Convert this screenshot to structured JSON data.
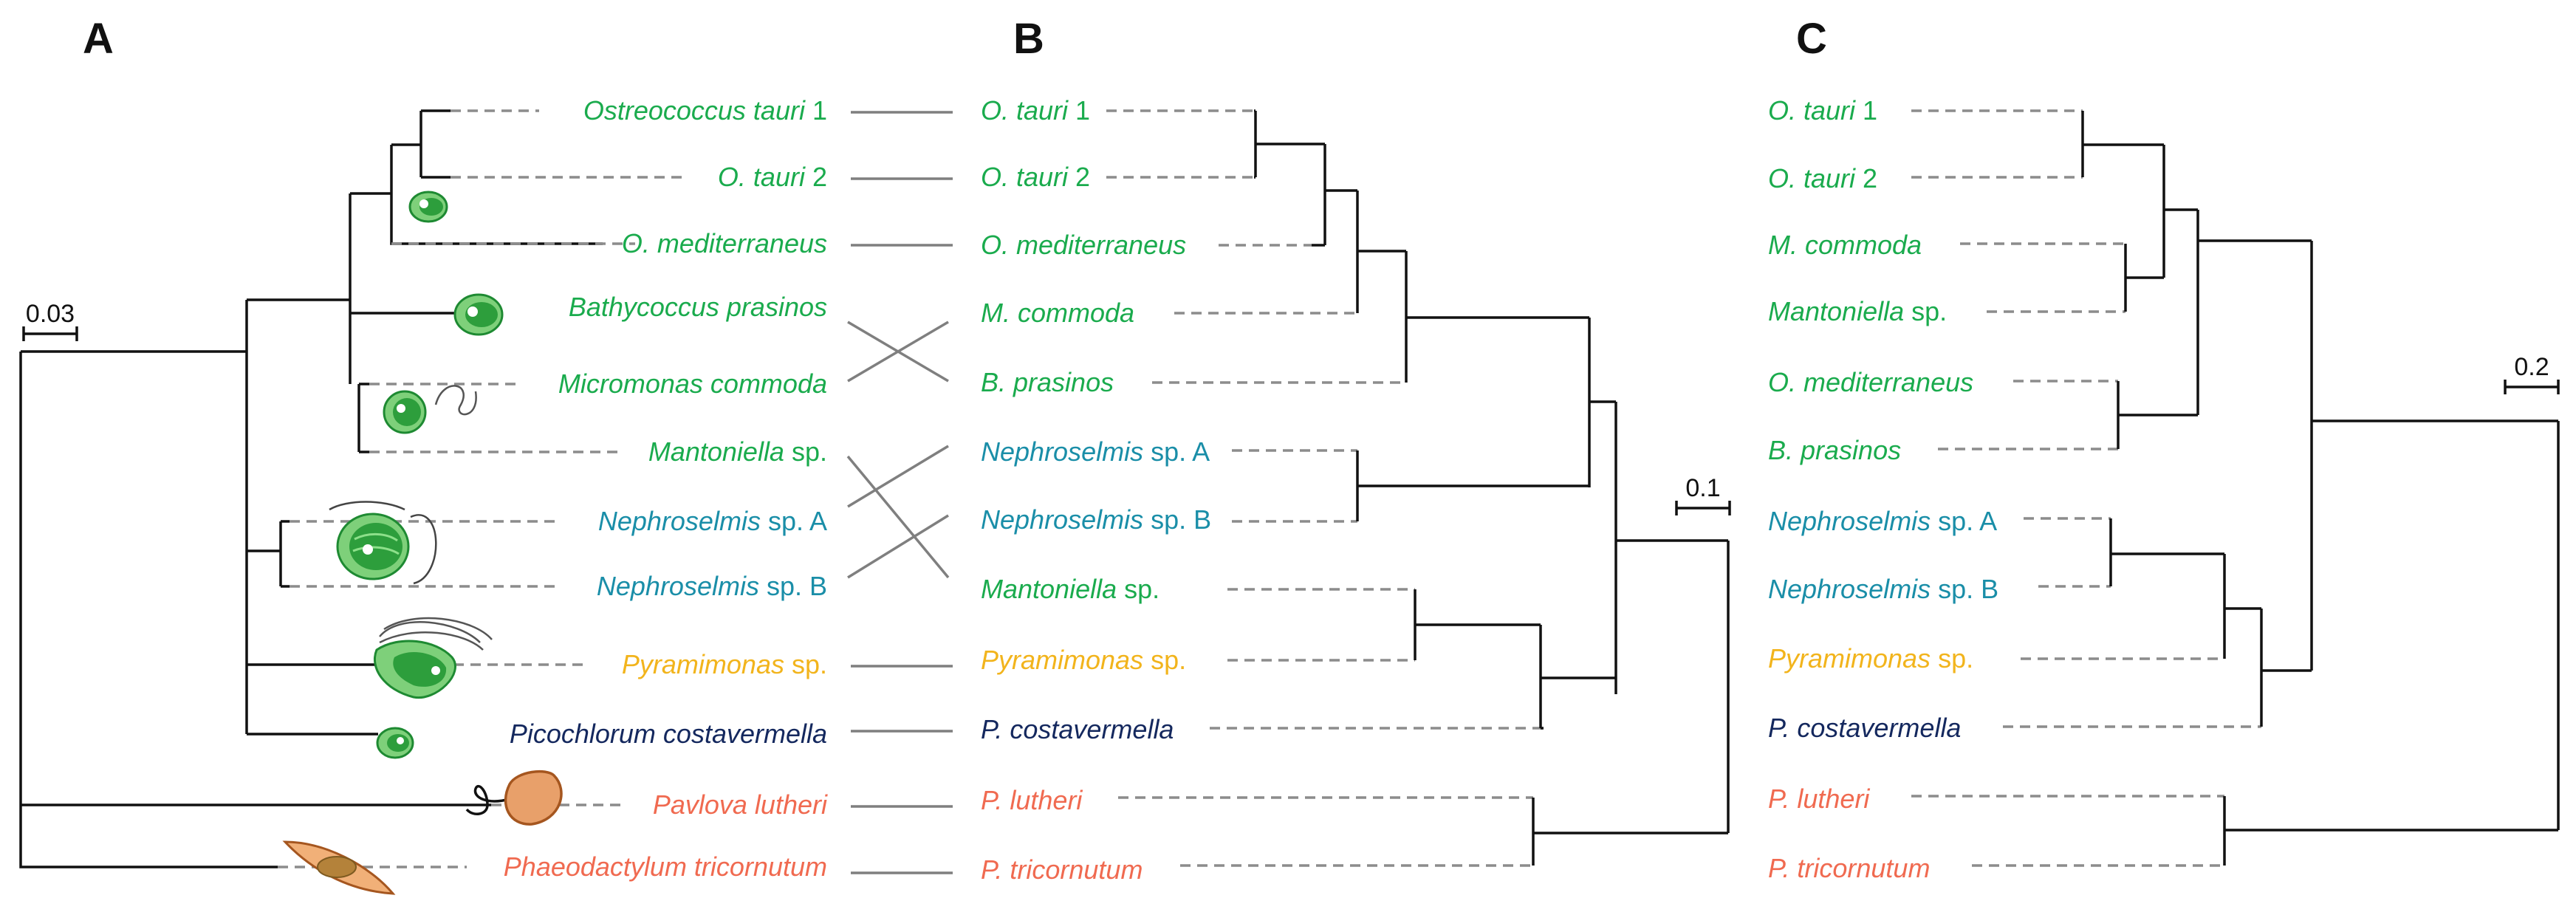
{
  "colors": {
    "green": "#1aab4d",
    "teal": "#1a8ea8",
    "yellow": "#f2b41c",
    "navy": "#14285e",
    "salmon": "#f06a50",
    "branch": "#111111",
    "dash": "#8c8c8c"
  },
  "icons": [
    "prasinophyte-cell-icon",
    "flagellate-cell-icon",
    "haptophyte-cell-icon",
    "diatom-cell-icon"
  ],
  "panels": {
    "a": {
      "letter": "A",
      "scale": "0.03",
      "taxa": [
        {
          "name": "Ostreococcus  tauri",
          "suffix": " 1",
          "color": "green"
        },
        {
          "name": "O. tauri",
          "suffix": " 2",
          "color": "green"
        },
        {
          "name": "O. mediterraneus",
          "suffix": "",
          "color": "green"
        },
        {
          "name": "Bathycoccus prasinos",
          "suffix": "",
          "color": "green"
        },
        {
          "name": "Micromonas commoda",
          "suffix": "",
          "color": "green"
        },
        {
          "name": "Mantoniella",
          "suffix": " sp.",
          "color": "green"
        },
        {
          "name": "Nephroselmis",
          "suffix": " sp. A",
          "color": "teal"
        },
        {
          "name": "Nephroselmis",
          "suffix": " sp. B",
          "color": "teal"
        },
        {
          "name": "Pyramimonas",
          "suffix": " sp.",
          "color": "yellow"
        },
        {
          "name": "Picochlorum costavermella",
          "suffix": "",
          "color": "navy"
        },
        {
          "name": "Pavlova lutheri",
          "suffix": "",
          "color": "salmon"
        },
        {
          "name": "Phaeodactylum tricornutum",
          "suffix": "",
          "color": "salmon"
        }
      ]
    },
    "b": {
      "letter": "B",
      "scale": "0.1",
      "taxa": [
        {
          "name": "O. tauri",
          "suffix": " 1",
          "color": "green"
        },
        {
          "name": "O. tauri",
          "suffix": " 2",
          "color": "green"
        },
        {
          "name": "O. mediterraneus",
          "suffix": "",
          "color": "green"
        },
        {
          "name": "M. commoda",
          "suffix": "",
          "color": "green"
        },
        {
          "name": "B. prasinos",
          "suffix": "",
          "color": "green"
        },
        {
          "name": "Nephroselmis",
          "suffix": " sp. A",
          "color": "teal"
        },
        {
          "name": "Nephroselmis",
          "suffix": " sp. B",
          "color": "teal"
        },
        {
          "name": "Mantoniella",
          "suffix": " sp.",
          "color": "green"
        },
        {
          "name": "Pyramimonas",
          "suffix": " sp.",
          "color": "yellow"
        },
        {
          "name": "P. costavermella",
          "suffix": "",
          "color": "navy"
        },
        {
          "name": "P. lutheri",
          "suffix": "",
          "color": "salmon"
        },
        {
          "name": "P. tricornutum",
          "suffix": "",
          "color": "salmon"
        }
      ]
    },
    "c": {
      "letter": "C",
      "scale": "0.2",
      "taxa": [
        {
          "name": "O. tauri",
          "suffix": " 1",
          "color": "green"
        },
        {
          "name": "O. tauri",
          "suffix": " 2",
          "color": "green"
        },
        {
          "name": "M. commoda",
          "suffix": "",
          "color": "green"
        },
        {
          "name": "Mantoniella",
          "suffix": " sp.",
          "color": "green"
        },
        {
          "name": "O. mediterraneus",
          "suffix": "",
          "color": "green"
        },
        {
          "name": "B. prasinos",
          "suffix": "",
          "color": "green"
        },
        {
          "name": "Nephroselmis",
          "suffix": " sp. A",
          "color": "teal"
        },
        {
          "name": "Nephroselmis",
          "suffix": " sp. B",
          "color": "teal"
        },
        {
          "name": "Pyramimonas",
          "suffix": " sp.",
          "color": "yellow"
        },
        {
          "name": "P. costavermella",
          "suffix": "",
          "color": "navy"
        },
        {
          "name": "P. lutheri",
          "suffix": "",
          "color": "salmon"
        },
        {
          "name": "P. tricornutum",
          "suffix": "",
          "color": "salmon"
        }
      ]
    }
  }
}
